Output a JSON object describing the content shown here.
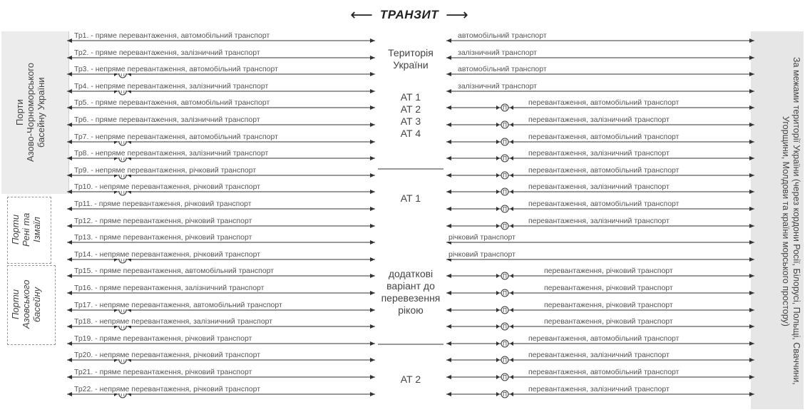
{
  "header": {
    "title": "ТРАНЗИТ"
  },
  "left_groups": [
    {
      "label_lines": [
        "Порти",
        "Азово-Чорноморського",
        "басейну України"
      ]
    },
    {
      "label_lines": [
        "Порти",
        "Рені та",
        "Ізмаїл"
      ]
    },
    {
      "label_lines": [
        "Порти",
        "Азовського",
        "басейну"
      ]
    }
  ],
  "center": {
    "territory": [
      "Територія",
      "України"
    ],
    "at_group": [
      "АТ 1",
      "АТ 2",
      "АТ 3",
      "АТ 4"
    ],
    "at1": "АТ 1",
    "extra": [
      "додаткові",
      "варіант до",
      "перевезення",
      "рікою"
    ],
    "at2": "АТ 2"
  },
  "right_label": "За межами території України (через кордони Росії, Білорусі, Польщі, Сваччини, Угорщини, Молдови та країни морського простору)",
  "left_routes": [
    "Тр1. - пряме перевантаження, автомобільний транспорт",
    "Тр2. - пряме перевантаження, залізничний транспорт",
    "Тр3. - непряме перевантаження, автомобільний транспорт",
    "Тр4. - непряме перевантаження, залізничний транспорт",
    "Тр5. - пряме перевантаження, автомобільний транспорт",
    "Тр6. - пряме перевантаження, залізничний транспорт",
    "Тр7. - непряме перевантаження, автомобільний транспорт",
    "Тр8. - непряме перевантаження, залізничний транспорт",
    "Тр9. - непряме перевантаження, річковий транспорт",
    "Тр10. - непряме перевантаження, річковий транспорт",
    "Тр11. - пряме перевантаження, річковий транспорт",
    "Тр12. - пряме перевантаження, річковий транспорт",
    "Тр13. - пряме перевантаження, річковий транспорт",
    "Тр14. - непряме перевантаження, річковий транспорт",
    "Тр15. - пряме перевантаження, автомобільний транспорт",
    "Тр16. - пряме перевантаження, залізничний транспорт",
    "Тр17. - непряме перевантаження, автомобільний транспорт",
    "Тр18. - непряме перевантаження, залізничний транспорт",
    "Тр19. - пряме перевантаження, річковий транспорт",
    "Тр20. - непряме перевантаження, річковий транспорт",
    "Тр21. - пряме перевантаження, річковий транспорт",
    "Тр22. - непряме перевантаження, річковий транспорт"
  ],
  "right_routes": [
    "автомобільний транспорт",
    "залізничний транспорт",
    "автомобільний транспорт",
    "залізничний транспорт",
    "перевантаження, автомобільний транспорт",
    "перевантаження, залізничний транспорт",
    "перевантаження, автомобільний транспорт",
    "перевантаження, залізничний транспорт",
    "перевантаження, автомобільний транспорт",
    "перевантаження, залізничний транспорт",
    "перевантаження, автомобільний транспорт",
    "перевантаження, залізничний транспорт",
    "річковий транспорт",
    "річковий транспорт",
    "перевантаження, річковий транспорт",
    "перевантаження, річковий транспорт",
    "перевантаження, річковий транспорт",
    "перевантаження, річковий транспорт",
    "перевантаження, автомобільний транспорт",
    "перевантаження, залізничний транспорт",
    "перевантаження, автомобільний транспорт",
    "перевантаження, залізничний транспорт"
  ],
  "transship_symbol": "П"
}
